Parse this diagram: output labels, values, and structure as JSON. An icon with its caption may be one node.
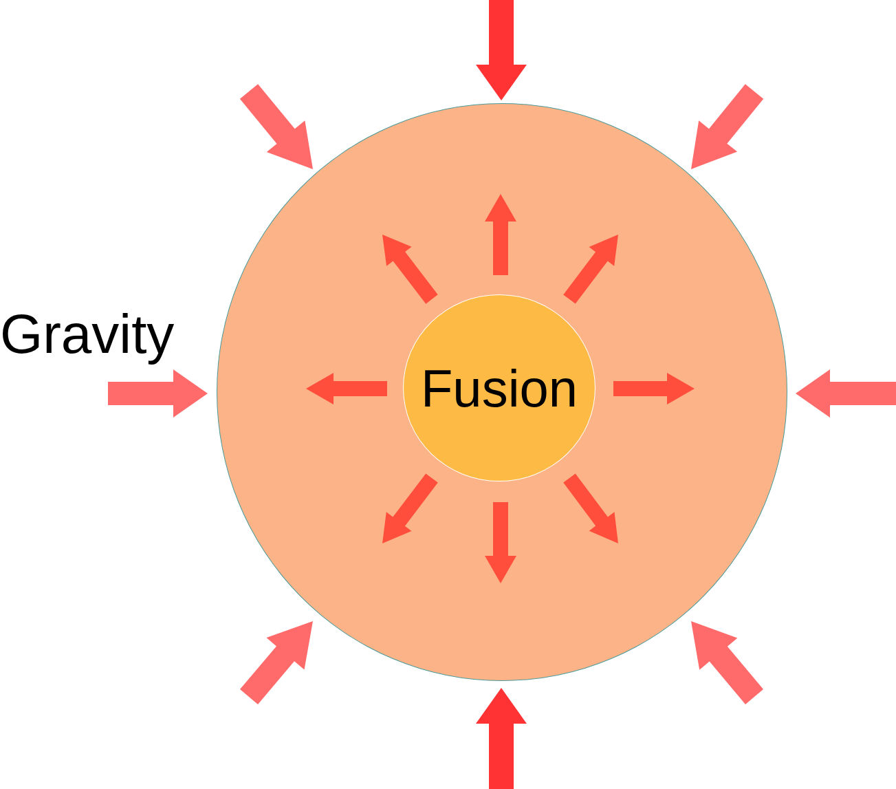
{
  "diagram": {
    "nodes": [
      {
        "text": [],
        "shape": "circle"
      },
      {
        "text": [
          "Fusion"
        ],
        "in": 0
      }
    ],
    "labels": [
      "Gravity"
    ]
  }
}
